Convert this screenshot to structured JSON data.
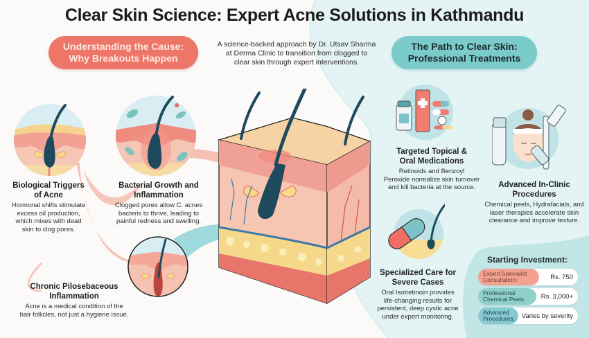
{
  "title": "Clear Skin Science: Expert Acne Solutions in Kathmandu",
  "header": {
    "left_pill": {
      "line1": "Understanding the Cause:",
      "line2": "Why Breakouts Happen"
    },
    "intro": {
      "line1": "A science-backed approach by Dr. Utsav Sharma",
      "line2": "at Derma Clinic to transition from clogged to",
      "line3": "clear skin through expert interventions."
    },
    "right_pill": {
      "line1": "The Path to Clear Skin:",
      "line2": "Professional Treatments"
    }
  },
  "causes": [
    {
      "icon": "hair-follicle-oil-icon",
      "heading_line1": "Biological Triggers",
      "heading_line2": "of Acne",
      "body": [
        "Hormonal shifts stimulate",
        "excess oil production,",
        "which mixes with dead",
        "skin to clog pores."
      ]
    },
    {
      "icon": "bacteria-follicle-icon",
      "heading_line1": "Bacterial Growth and",
      "heading_line2": "Inflammation",
      "body": [
        "Clogged pores allow C. acnes",
        "bacteris to thrive, leading to",
        "painful redness and swelling."
      ]
    },
    {
      "icon": "inflamed-follicle-icon",
      "heading_line1": "Chronic Pilosebaceous",
      "heading_line2": "Inflammation",
      "body": [
        "Acne is a medical condition of the",
        "hair follicles, not just a hygiene issue."
      ]
    }
  ],
  "treatments": [
    {
      "icon": "medications-icon",
      "heading_line1": "Targeted Topical &",
      "heading_line2": "Oral Medications",
      "body": [
        "Retinoids and Benzoyl",
        "Peroxide normalize skin turnover",
        "and kill bacteria at the source."
      ]
    },
    {
      "icon": "facial-treatment-icon",
      "heading_line1": "Advanced In-Clinic",
      "heading_line2": "Procedures",
      "body": [
        "Chemical peels, Hydrafacials, and",
        "laser therapies accelerate skin",
        "clearance and improve texture."
      ]
    },
    {
      "icon": "capsule-follicle-icon",
      "heading_line1": "Specialized Care for",
      "heading_line2": "Severe Cases",
      "body": [
        "Oral Isotretinoin provides",
        "life-changing results for",
        "persistent, deep cystic acne",
        "under expert monitoring."
      ]
    }
  ],
  "investment": {
    "title": "Starting Investment:",
    "rows": [
      {
        "label_line1": "Expert Specialist",
        "label_line2": "Consultation:",
        "value": "Rs. 750",
        "color": "#f4a28f"
      },
      {
        "label_line1": "Professional",
        "label_line2": "Chemical Peels:",
        "value": "Rs. 3,000+",
        "color": "#8fd0c8"
      },
      {
        "label_line1": "Advanced",
        "label_line2": "Procedures:",
        "value": "Varies by severity",
        "color": "#86c9d3"
      }
    ]
  },
  "colors": {
    "coral": "#ee7668",
    "teal": "#7ccbcb",
    "hair": "#1f4a5e",
    "skin_top": "#f6d3a4",
    "dermis": "#f3b7a6",
    "fat": "#f6d88a",
    "background_left": "#fbfaf8",
    "background_right": "#e2f3f3"
  }
}
